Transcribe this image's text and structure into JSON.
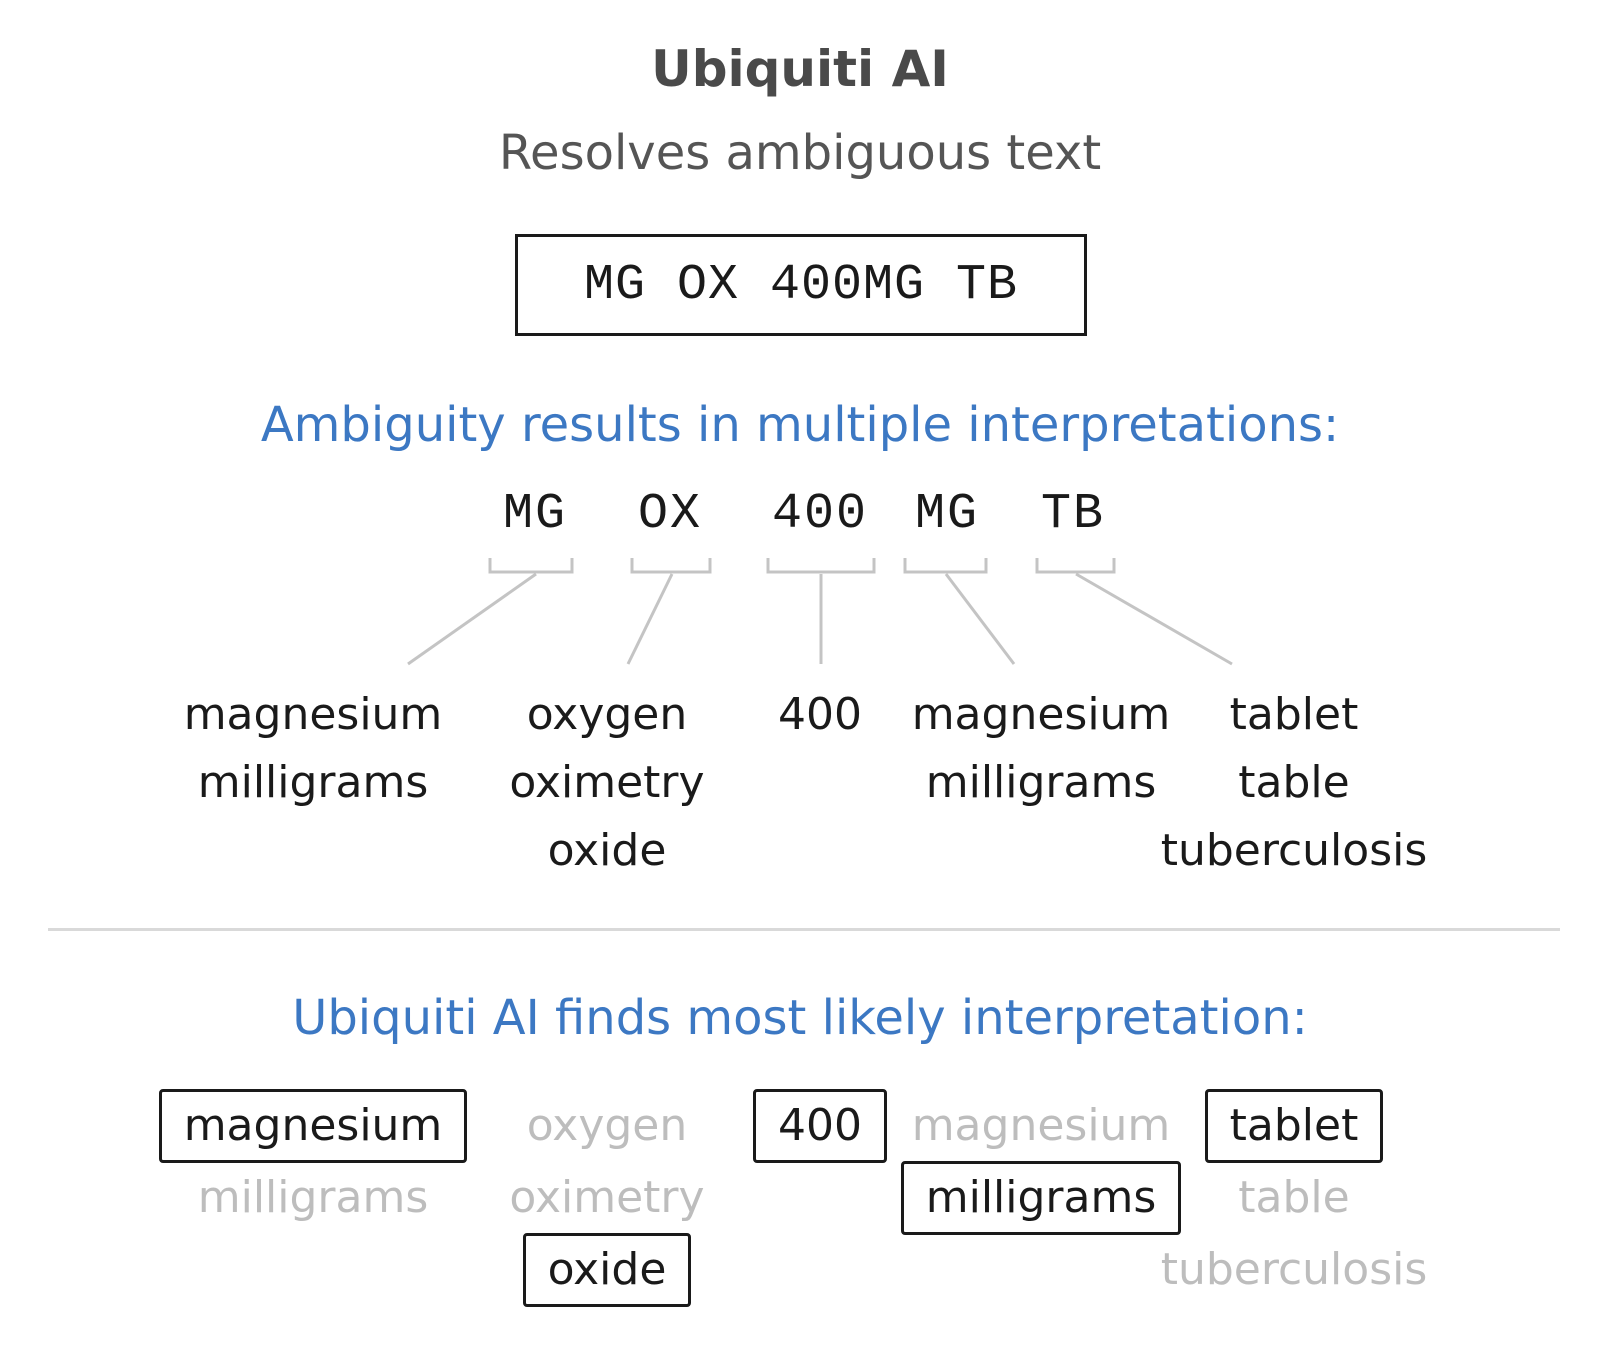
{
  "title": "Ubiquiti AI",
  "subtitle": "Resolves ambiguous text",
  "input_text": "MG OX 400MG TB",
  "heading_ambiguity": "Ambiguity results in multiple interpretations:",
  "heading_result": "Ubiquiti AI finds most likely interpretation:",
  "tokens": [
    "MG",
    "OX",
    "400",
    "MG",
    "TB"
  ],
  "interpretations": [
    {
      "options": [
        "magnesium",
        "milligrams"
      ],
      "selected": 0
    },
    {
      "options": [
        "oxygen",
        "oximetry",
        "oxide"
      ],
      "selected": 2
    },
    {
      "options": [
        "400"
      ],
      "selected": 0
    },
    {
      "options": [
        "magnesium",
        "milligrams"
      ],
      "selected": 1
    },
    {
      "options": [
        "tablet",
        "table",
        "tuberculosis"
      ],
      "selected": 0
    }
  ],
  "colors": {
    "heading_blue": "#3c78c3",
    "text_dark": "#1a1a1a",
    "dimmed_option": "#bdbdbd",
    "connector_gray": "#c4c4c4",
    "divider_gray": "#d9d9d9"
  }
}
